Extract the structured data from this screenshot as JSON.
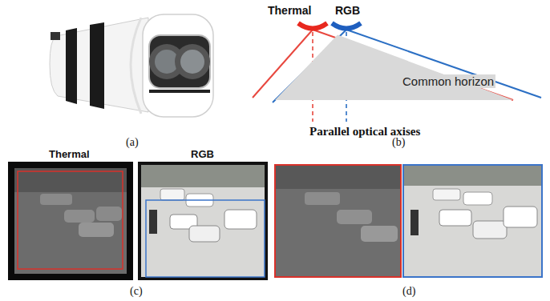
{
  "diagram": {
    "nodes": [
      {
        "text": [
          "Common horizon"
        ]
      }
    ],
    "labels": [
      "Thermal",
      "RGB",
      "Parallel optical axises",
      "(a)",
      "(b)",
      "Thermal",
      "RGB",
      "(c)",
      "(d)"
    ]
  }
}
